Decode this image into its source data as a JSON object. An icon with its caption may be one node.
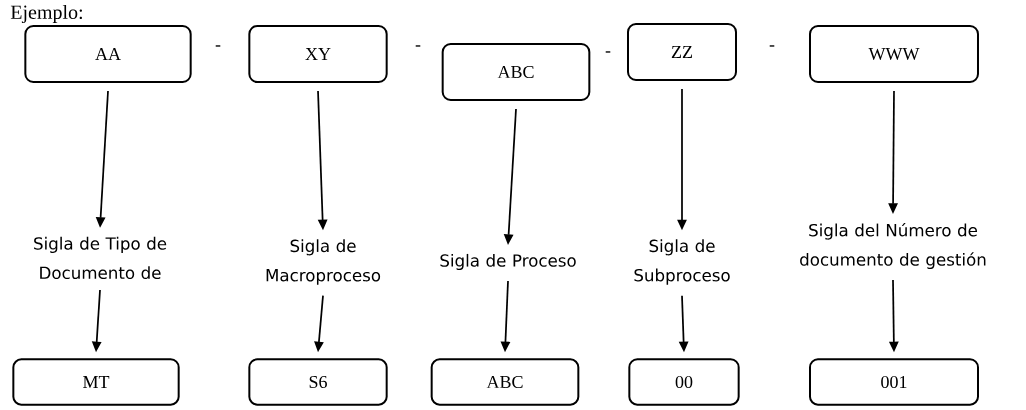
{
  "diagram": {
    "title": "Ejemplo:",
    "nodes": [
      {
        "text": [
          "AA"
        ]
      },
      {
        "text": [
          "XY"
        ]
      },
      {
        "text": [
          "ABC"
        ]
      },
      {
        "text": [
          "ZZ"
        ]
      },
      {
        "text": [
          "WWW"
        ]
      },
      {
        "text": [
          "Sigla de Tipo de Documento de"
        ]
      },
      {
        "text": [
          "Sigla de Macroproceso"
        ]
      },
      {
        "text": [
          "Sigla de Proceso"
        ]
      },
      {
        "text": [
          "Sigla de Subproceso"
        ]
      },
      {
        "text": [
          "Sigla del Número de documento de gestión"
        ]
      },
      {
        "text": [
          "MT"
        ]
      },
      {
        "text": [
          "S6"
        ]
      },
      {
        "text": [
          "ABC"
        ]
      },
      {
        "text": [
          "00"
        ]
      },
      {
        "text": [
          "001"
        ]
      }
    ],
    "edges": [
      {
        "from": 0,
        "to": 5,
        "arrow": "to"
      },
      {
        "from": 1,
        "to": 6,
        "arrow": "to"
      },
      {
        "from": 2,
        "to": 7,
        "arrow": "to"
      },
      {
        "from": 3,
        "to": 8,
        "arrow": "to"
      },
      {
        "from": 4,
        "to": 9,
        "arrow": "to"
      },
      {
        "from": 5,
        "to": 10,
        "arrow": "to"
      },
      {
        "from": 6,
        "to": 11,
        "arrow": "to"
      },
      {
        "from": 7,
        "to": 12,
        "arrow": "to"
      },
      {
        "from": 8,
        "to": 13,
        "arrow": "to"
      },
      {
        "from": 9,
        "to": 14,
        "arrow": "to"
      }
    ],
    "labels": [
      "-",
      "-",
      "-",
      "-"
    ]
  }
}
